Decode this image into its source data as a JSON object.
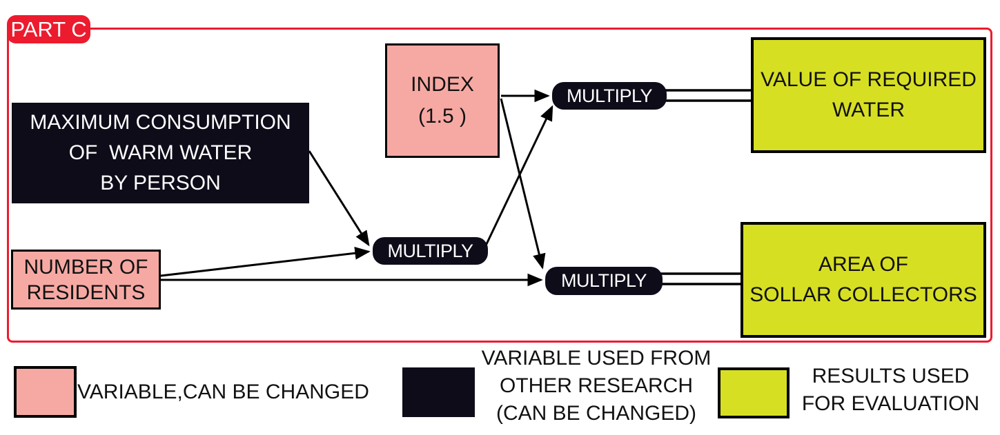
{
  "theme": {
    "red": "#EC1B2E",
    "pink": "#F6A9A3",
    "ink": "#0F0C1A",
    "yellow": "#D7DF23",
    "line": "#000000",
    "bg": "#FFFFFF"
  },
  "part_label": "PART C",
  "nodes": {
    "max_consumption": "MAXIMUM CONSUMPTION\nOF  WARM WATER\nBY PERSON",
    "index": "INDEX\n(1.5 )",
    "residents": "NUMBER OF\nRESIDENTS",
    "multiply_center": "MULTIPLY",
    "multiply_top": "MULTIPLY",
    "multiply_bottom": "MULTIPLY",
    "value_water": "VALUE OF REQUIRED\nWATER",
    "area_collectors": "AREA OF\nSOLLAR COLLECTORS"
  },
  "legend": [
    {
      "swatch_color": "#F6A9A3",
      "label": "VARIABLE,CAN BE CHANGED"
    },
    {
      "swatch_color": "#0F0C1A",
      "label": "VARIABLE USED FROM\nOTHER RESEARCH\n(CAN BE CHANGED)"
    },
    {
      "swatch_color": "#D7DF23",
      "label": "RESULTS USED\nFOR EVALUATION"
    }
  ]
}
